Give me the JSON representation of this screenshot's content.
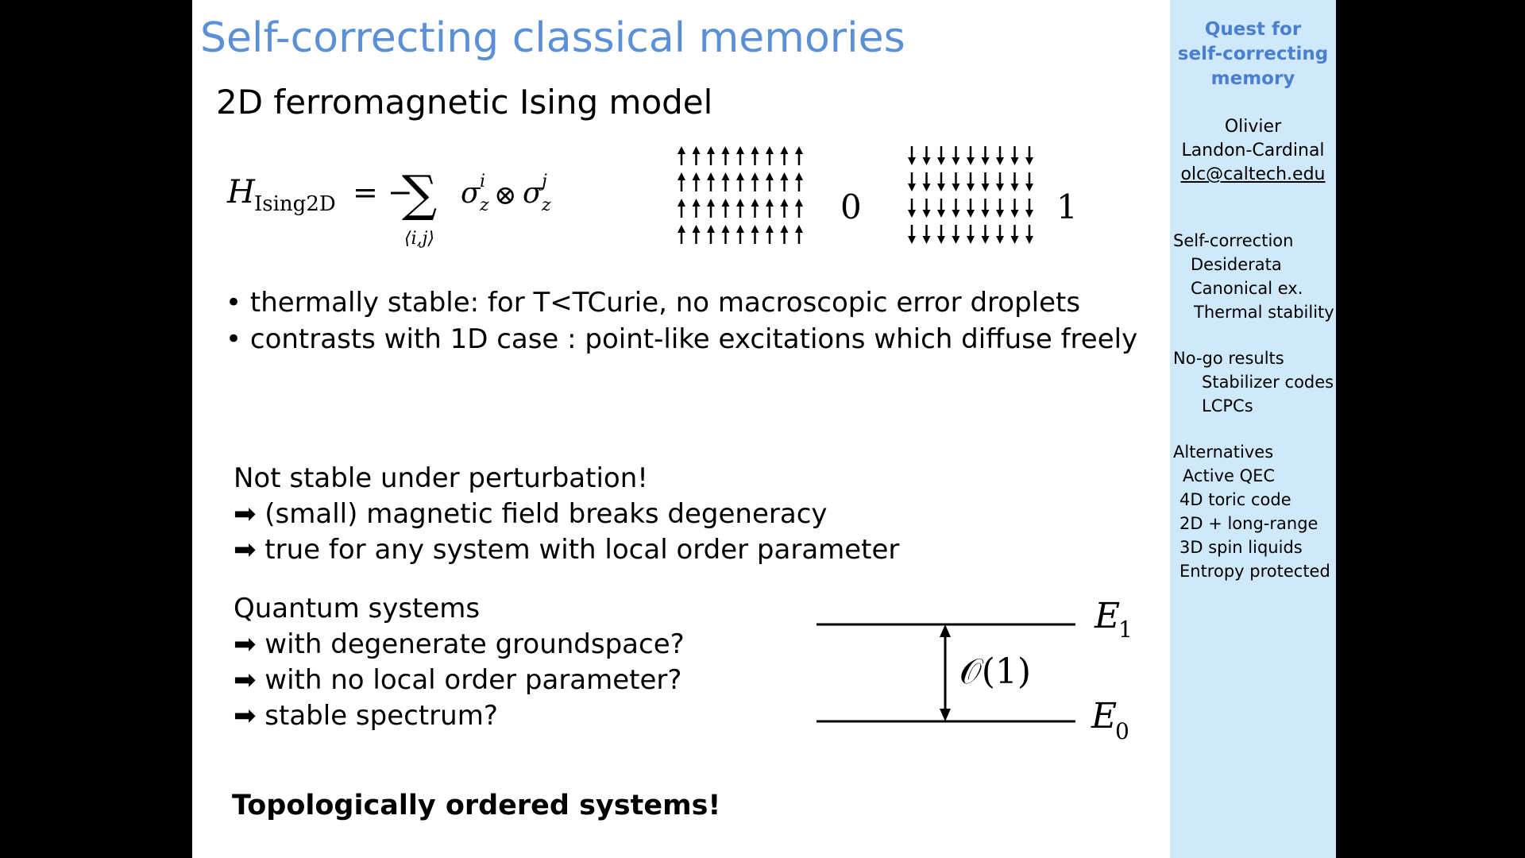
{
  "slide": {
    "title": "Self-correcting classical memories",
    "subtitle": "2D ferromagnetic Ising  model",
    "equation": {
      "lhs_symbol": "H",
      "lhs_subscript": "Ising2D",
      "rhs": "= −",
      "sum_index": "⟨i,j⟩",
      "sigma_left_sup": "i",
      "sigma_right_sup": "j",
      "sigma_sub": "z",
      "tensor": "⊗"
    },
    "spins": {
      "up_label": "0",
      "down_label": "1"
    },
    "bullets": [
      "thermally stable: for T<TCurie, no macroscopic error droplets",
      "contrasts with 1D case : point-like excitations which diffuse freely"
    ],
    "perturbation": {
      "heading": "Not stable under perturbation!",
      "items": [
        "(small) magnetic field breaks degeneracy",
        "true for any system with local order parameter"
      ]
    },
    "quantum": {
      "heading": "Quantum systems",
      "items": [
        "with degenerate groundspace?",
        "with no local order parameter?",
        "stable spectrum?"
      ]
    },
    "gap_diagram": {
      "gap_label": "𝒪(1)",
      "upper_level": "E",
      "upper_index": "1",
      "lower_level": "E",
      "lower_index": "0"
    },
    "conclusion": "Topologically ordered systems!"
  },
  "sidebar": {
    "heading": [
      "Quest for",
      "self-correcting",
      "memory"
    ],
    "author": [
      "Olivier",
      "Landon-Cardinal"
    ],
    "email": "olc@caltech.edu",
    "sections": [
      {
        "title": "Self-correction",
        "items": [
          "Desiderata",
          "Canonical ex.",
          "Thermal stability"
        ]
      },
      {
        "title": "No-go results",
        "items": [
          "Stabilizer codes",
          "LCPCs"
        ]
      },
      {
        "title": "Alternatives",
        "items": [
          "Active QEC",
          "4D toric code",
          "2D + long-range",
          "3D spin liquids",
          "Entropy protected"
        ]
      }
    ]
  },
  "colors": {
    "title_blue": "#5b8fd8",
    "sidebar_bg": "#cfe9fb",
    "sidebar_heading": "#4a7fd0"
  }
}
